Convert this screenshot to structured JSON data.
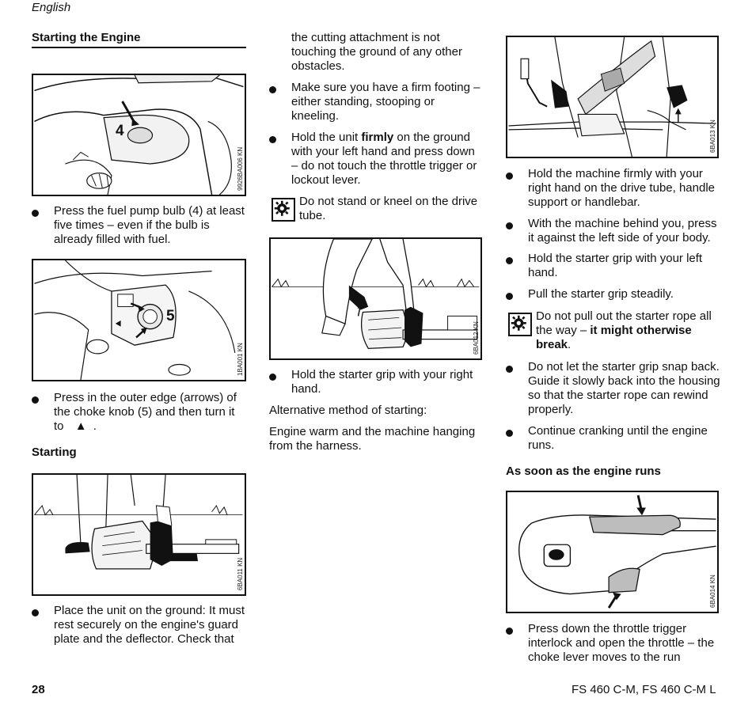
{
  "header": {
    "language": "English"
  },
  "col1": {
    "section_title": "Starting the Engine",
    "fig1_code": "9926BA006 KN",
    "fig1_callout": "4",
    "bullet1": [
      "Press the fuel pump bulb (4) at least",
      "five times – even if the bulb is",
      "already filled with fuel."
    ],
    "fig2_code": "1BA001 KN",
    "fig2_callout": "5",
    "bullet2": [
      "Press in the outer edge (arrows) of",
      "the choke knob (5) and then turn it"
    ],
    "bullet2_last_prefix": "to",
    "bullet2_last_symbol": "▲",
    "bullet2_last_suffix": ".",
    "subsection_title": "Starting",
    "fig3_code": "6BA011 KN",
    "bullet3": [
      "Place the unit on the ground: It must",
      "rest securely on the engine's guard",
      "plate and the deflector. Check that"
    ]
  },
  "col2": {
    "cont_para": [
      "the cutting attachment is not",
      "touching the ground of any other",
      "obstacles."
    ],
    "bullet1": [
      "Make sure you have a firm footing –",
      "either  standing, stooping or",
      "kneeling."
    ],
    "bullet2_l1_pre": "Hold the unit ",
    "bullet2_l1_bold": "firmly",
    "bullet2_l1_post": " on the ground",
    "bullet2_rest": [
      "with your left hand and press down",
      "– do not touch the throttle trigger or",
      "lockout lever."
    ],
    "note": [
      "Do not stand or kneel on the drive",
      "tube."
    ],
    "fig_code": "6BA012 KN",
    "bullet3": [
      "Hold the starter grip with your right",
      "hand."
    ],
    "alt_heading": "Alternative method of starting:",
    "alt_para": [
      "Engine warm and the machine hanging",
      "from the harness."
    ]
  },
  "col3": {
    "fig1_code": "6BA013 KN",
    "bullet1": [
      "Hold the machine firmly with your",
      "right hand on the drive tube, handle",
      "support or handlebar."
    ],
    "bullet2": [
      "With the machine behind you, press",
      "it against the left side of your body."
    ],
    "bullet3": [
      "Hold the starter grip with your left",
      "hand."
    ],
    "bullet4": [
      "Pull the starter grip steadily."
    ],
    "note_l1": "Do not pull out the starter rope all",
    "note_l2_pre": "the way – ",
    "note_l2_bold": "it might otherwise",
    "note_l3_bold": "break",
    "note_l3_post": ".",
    "bullet5": [
      "Do not let the starter grip snap back.",
      "Guide it slowly back into the housing",
      "so that the starter rope can rewind",
      "properly."
    ],
    "bullet6": [
      "Continue cranking until the engine",
      "runs."
    ],
    "section_title": "As soon as the engine runs",
    "fig2_code": "6BA014 KN",
    "bullet7": [
      "Press down the throttle trigger",
      "interlock and open the throttle – the",
      "choke lever moves to the run"
    ]
  },
  "footer": {
    "page_number": "28",
    "model": "FS 460 C-M, FS 460 C-M L"
  }
}
